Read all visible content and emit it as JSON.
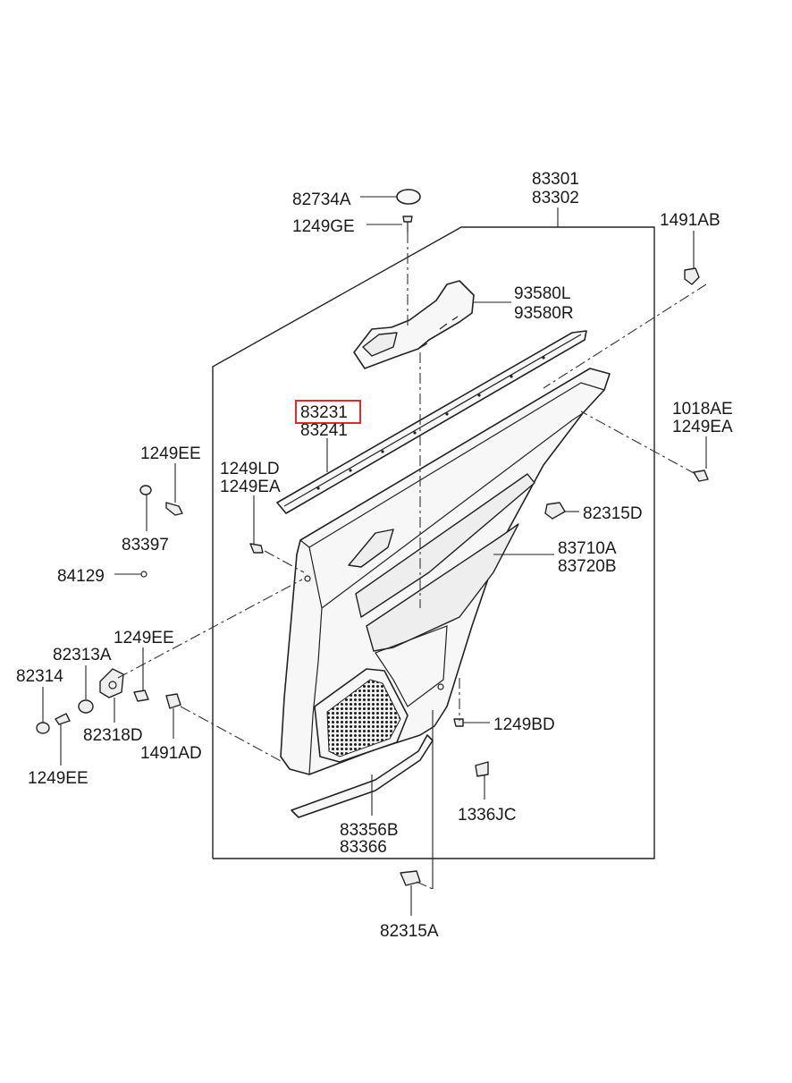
{
  "parts": {
    "p82734A": "82734A",
    "p1249GE": "1249GE",
    "p83301": "83301",
    "p83302": "83302",
    "p1491AB": "1491AB",
    "p93580L": "93580L",
    "p93580R": "93580R",
    "p83231": "83231",
    "p83241": "83241",
    "p1018AE": "1018AE",
    "p1249EA_right": "1249EA",
    "p1249EE_top": "1249EE",
    "p1249LD": "1249LD",
    "p1249EA_left": "1249EA",
    "p83397": "83397",
    "p82315D": "82315D",
    "p84129": "84129",
    "p83710A": "83710A",
    "p83720B": "83720B",
    "p82313A": "82313A",
    "p1249EE_mid": "1249EE",
    "p82314": "82314",
    "p82318D": "82318D",
    "p1491AD": "1491AD",
    "p1249BD": "1249BD",
    "p1249EE_bottom": "1249EE",
    "p1336JC": "1336JC",
    "p83356B": "83356B",
    "p83366": "83366",
    "p82315A": "82315A"
  },
  "highlight": {
    "part": "83231",
    "color": "#e3292b"
  }
}
